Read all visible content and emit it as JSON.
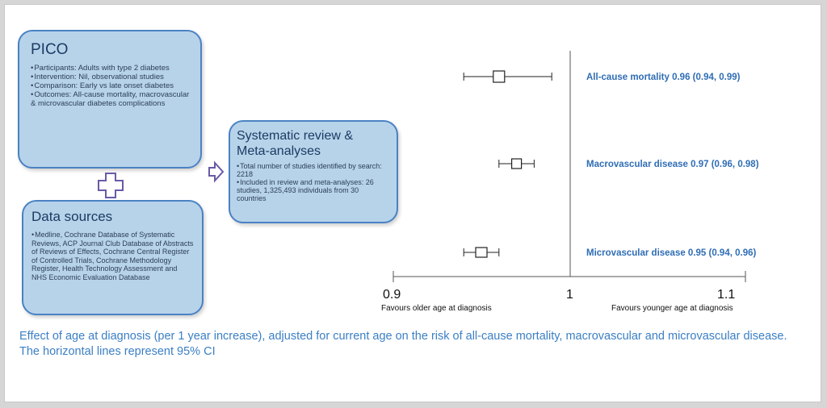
{
  "pico": {
    "title": "PICO",
    "items": [
      "Participants: Adults with type 2 diabetes",
      "Intervention: Nil, observational studies",
      "Comparison: Early vs late onset diabetes",
      "Outcomes: All-cause mortality, macrovascular & microvascular diabetes complications"
    ]
  },
  "systematic_review": {
    "title": "Systematic review & Meta-analyses",
    "items": [
      "Total number of studies identified by search: 2218",
      "Included in review and meta-analyses: 26 studies, 1,325,493 individuals from 30 countries"
    ]
  },
  "data_sources": {
    "title": "Data sources",
    "items": [
      "Medline, Cochrane Database of Systematic Reviews, ACP Journal Club Database of Abstracts of Reviews of Effects, Cochrane Central Register of Controlled Trials, Cochrane Methodology Register, Health Technology Assessment and NHS Economic Evaluation Database"
    ]
  },
  "forest_plot": {
    "xlim": [
      0.9,
      1.1
    ],
    "ticks": [
      "0.9",
      "1",
      "1.1"
    ],
    "left_label": "Favours older age at diagnosis",
    "right_label": "Favours younger  age at diagnosis",
    "rows": [
      {
        "label": "All-cause mortality 0.96 (0.94, 0.99)",
        "est": 0.96,
        "lo": 0.94,
        "hi": 0.99
      },
      {
        "label": "Macrovascular disease 0.97 (0.96, 0.98)",
        "est": 0.97,
        "lo": 0.96,
        "hi": 0.98
      },
      {
        "label": "Microvascular disease 0.95 (0.94, 0.96)",
        "est": 0.95,
        "lo": 0.94,
        "hi": 0.96
      }
    ]
  },
  "caption": "Effect of age at diagnosis (per 1 year increase), adjusted for current age on the risk of all-cause mortality, macrovascular and microvascular disease. The horizontal lines represent 95% CI",
  "colors": {
    "box_fill": "#b7d3ea",
    "box_border": "#4a82c3",
    "label_blue": "#2f6db5",
    "caption_blue": "#3b7fc4"
  }
}
